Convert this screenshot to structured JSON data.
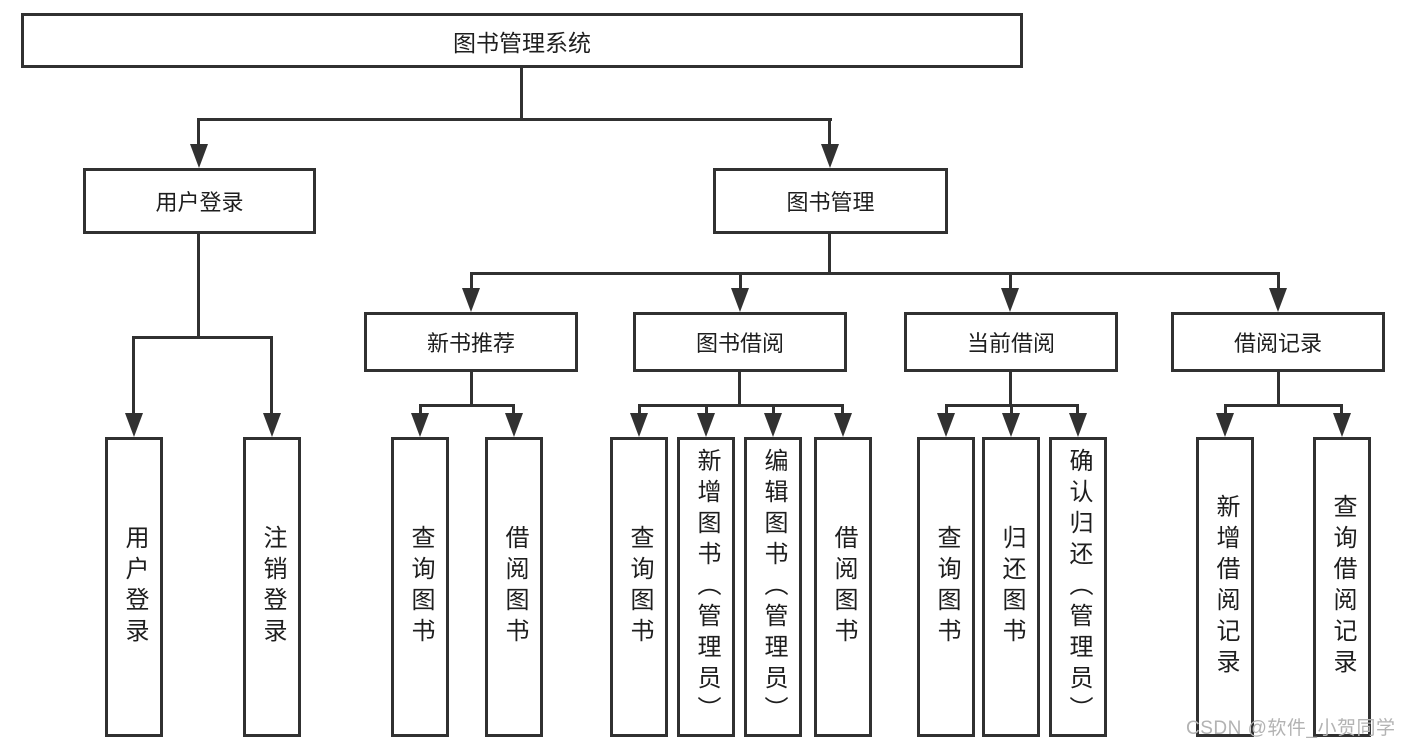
{
  "diagram": {
    "title": "图书管理系统",
    "colors": {
      "line": "#313131",
      "text": "#1e1e1e",
      "background": "#ffffff",
      "watermark": "#b3b3b3"
    },
    "nodes": {
      "root": "图书管理系统",
      "user_login": "用户登录",
      "book_mgmt": "图书管理",
      "new_book": "新书推荐",
      "book_borrow": "图书借阅",
      "current_borrow": "当前借阅",
      "borrow_record": "借阅记录"
    },
    "leaves": {
      "user_login": [
        "用户登录",
        "注销登录"
      ],
      "new_book": [
        "查询图书",
        "借阅图书"
      ],
      "book_borrow": [
        "查询图书",
        "新增图书（管理员）",
        "编辑图书（管理员）",
        "借阅图书"
      ],
      "current_borrow": [
        "查询图书",
        "归还图书",
        "确认归还（管理员）"
      ],
      "borrow_record": [
        "新增借阅记录",
        "查询借阅记录"
      ]
    },
    "watermark": "CSDN @软件_小贺同学"
  }
}
